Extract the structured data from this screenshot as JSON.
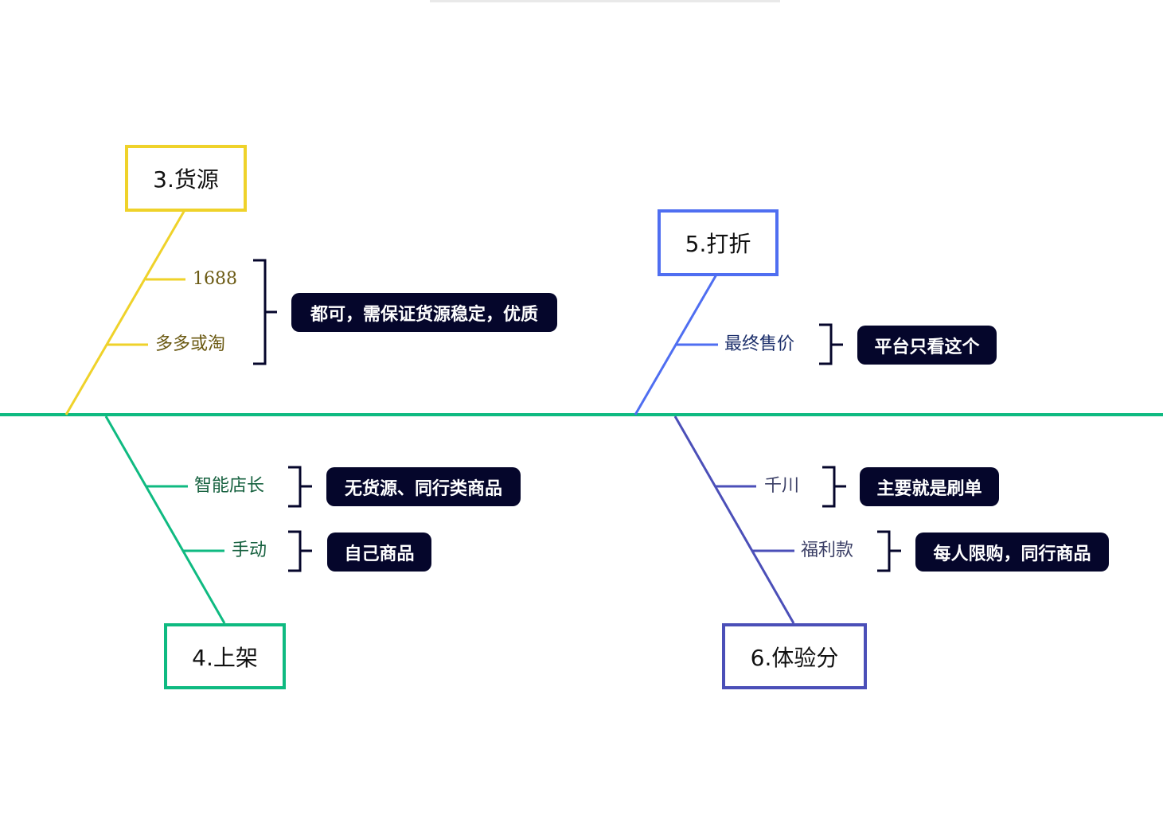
{
  "colors": {
    "spine": "#0fba81",
    "branch_3": "#efd22a",
    "branch_4": "#0fba81",
    "branch_5": "#4f6ef1",
    "branch_6": "#4b4fb8",
    "label_3": "#6b5a13",
    "label_4": "#16613f",
    "label_5": "#1c2f6b",
    "label_6": "#3b3f66",
    "note_bg": "#05062b",
    "bracket": "#05062b"
  },
  "topics": {
    "t3": {
      "title": "3.货源",
      "items": [
        "1688",
        "多多或淘"
      ],
      "note": "都可，需保证货源稳定，优质"
    },
    "t4": {
      "title": "4.上架",
      "items": [
        "智能店长",
        "手动"
      ],
      "notes": [
        "无货源、同行类商品",
        "自己商品"
      ]
    },
    "t5": {
      "title": "5.打折",
      "items": [
        "最终售价"
      ],
      "note": "平台只看这个"
    },
    "t6": {
      "title": "6.体验分",
      "items": [
        "千川",
        "福利款"
      ],
      "notes": [
        "主要就是刷单",
        "每人限购，同行商品"
      ]
    }
  }
}
